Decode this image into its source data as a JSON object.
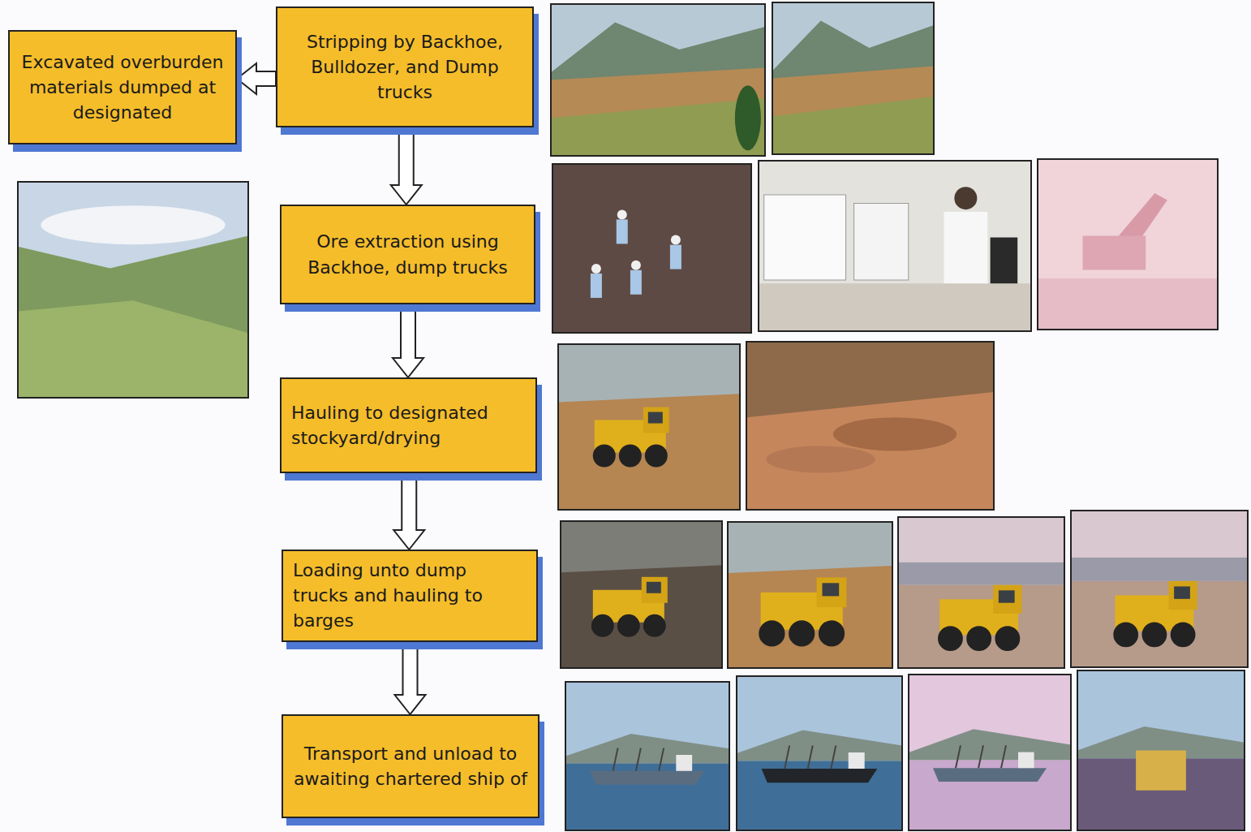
{
  "diagram": {
    "nodes": [
      {
        "text": [
          "Stripping by Backhoe, Bulldozer, and Dump trucks"
        ]
      },
      {
        "text": [
          "Excavated overburden materials dumped at designated"
        ]
      },
      {
        "text": [
          "Ore extraction using Backhoe, dump trucks"
        ]
      },
      {
        "text": [
          "Hauling to designated stockyard/drying"
        ]
      },
      {
        "text": [
          "Loading unto dump trucks and hauling to barges"
        ]
      },
      {
        "text": [
          "Transport and unload to awaiting chartered ship of"
        ]
      }
    ],
    "edges": [
      {
        "from": 0,
        "to": 1,
        "arrow": "to"
      },
      {
        "from": 0,
        "to": 2,
        "arrow": "to"
      },
      {
        "from": 2,
        "to": 3,
        "arrow": "to"
      },
      {
        "from": 3,
        "to": 4,
        "arrow": "to"
      },
      {
        "from": 4,
        "to": 5,
        "arrow": "to"
      }
    ]
  }
}
